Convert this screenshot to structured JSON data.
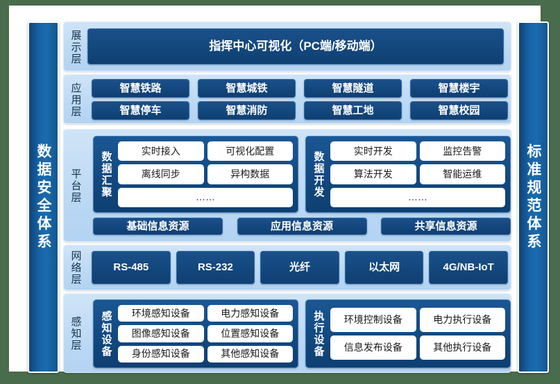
{
  "theme": {
    "backdrop": "#496c4c",
    "canvas": "#ffffff",
    "dark_blue": "#134a82",
    "light_band": "#bcd9f4",
    "pillar_blue": "#1863a4",
    "pill_white": "#ffffff",
    "text_dark": "#14304d"
  },
  "pillars": {
    "left": {
      "label": "数据安全体系"
    },
    "right": {
      "label": "标准规范体系"
    }
  },
  "layers": [
    {
      "id": "display",
      "label": "展示层",
      "items": [
        "指挥中心可视化（PC端/移动端）"
      ]
    },
    {
      "id": "application",
      "label": "应用层",
      "items": [
        "智慧铁路",
        "智慧城铁",
        "智慧隧道",
        "智慧楼宇",
        "智慧停车",
        "智慧消防",
        "智慧工地",
        "智慧校园"
      ]
    },
    {
      "id": "platform",
      "label": "平台层",
      "groups": [
        {
          "label": "数据汇聚",
          "items": [
            "实时接入",
            "可视化配置",
            "离线同步",
            "异构数据"
          ],
          "more": "……"
        },
        {
          "label": "数据开发",
          "items": [
            "实时开发",
            "监控告警",
            "算法开发",
            "智能运维"
          ],
          "more": "……"
        }
      ],
      "resources": [
        "基础信息资源",
        "应用信息资源",
        "共享信息资源"
      ]
    },
    {
      "id": "network",
      "label": "网络层",
      "items": [
        "RS-485",
        "RS-232",
        "光纤",
        "以太网",
        "4G/NB-IoT"
      ]
    },
    {
      "id": "perception",
      "label": "感知层",
      "groups": [
        {
          "label": "感知设备",
          "items": [
            "环境感知设备",
            "电力感知设备",
            "图像感知设备",
            "位置感知设备",
            "身份感知设备",
            "其他感知设备"
          ]
        },
        {
          "label": "执行设备",
          "items": [
            "环境控制设备",
            "电力执行设备",
            "信息发布设备",
            "其他执行设备"
          ]
        }
      ]
    }
  ]
}
